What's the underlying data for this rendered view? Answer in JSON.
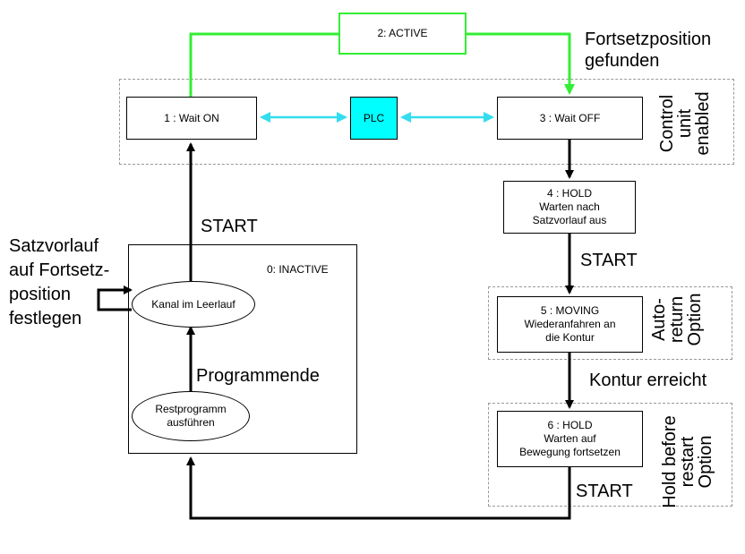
{
  "states": {
    "active": "2: ACTIVE",
    "wait_on": "1 : Wait ON",
    "plc": "PLC",
    "wait_off": "3 : Wait OFF",
    "hold4": [
      "4 : HOLD",
      "Warten nach",
      "Satzvorlauf aus"
    ],
    "moving5": [
      "5 : MOVING",
      "Wiederanfahren an",
      "die Kontur"
    ],
    "hold6": [
      "6 : HOLD",
      "Warten auf",
      "Bewegung fortsetzen"
    ],
    "inactive": "0: INACTIVE",
    "idle": "Kanal im Leerlauf",
    "rest": [
      "Restprogramm",
      "ausführen"
    ]
  },
  "labels": {
    "found": [
      "Fortsetzposition",
      "gefunden"
    ],
    "control": [
      "Control",
      "unit",
      "enabled"
    ],
    "start": "START",
    "auto_return": [
      "Auto-",
      "return",
      "Option"
    ],
    "contour": "Kontur erreicht",
    "hold_before": [
      "Hold before",
      "restart",
      "Option"
    ],
    "satzvorlauf": [
      "Satzvorlauf",
      "auf Fortsetz-",
      "position",
      "festlegen"
    ],
    "programmende": "Programmende"
  },
  "colors": {
    "active": "#33ee33",
    "plc": "#33ddee",
    "plc_fill": "#00ffff",
    "frame": "#9a9a9a"
  }
}
